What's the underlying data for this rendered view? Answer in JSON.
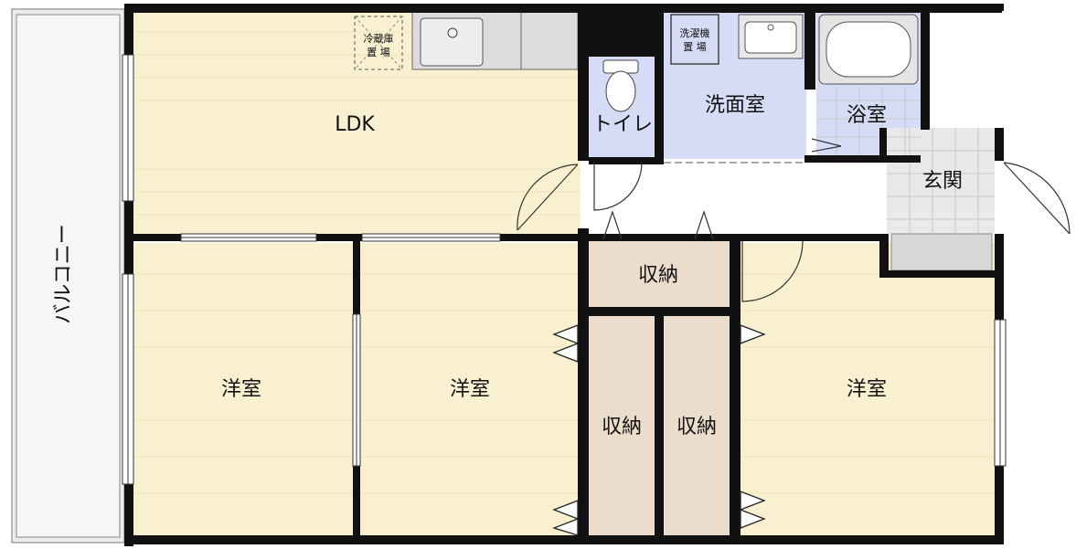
{
  "rooms": {
    "balcony": "バルコニー",
    "ldk": "LDK",
    "toilet": "トイレ",
    "washroom": "洗面室",
    "bath": "浴室",
    "entrance": "玄関",
    "storage_hall": "収納",
    "western_left": "洋室",
    "western_center": "洋室",
    "western_right": "洋室",
    "storage_left": "収納",
    "storage_right": "収納"
  },
  "fixtures": {
    "fridge_line1": "冷蔵庫",
    "fridge_line2": "置 場",
    "washer_line1": "洗濯機",
    "washer_line2": "置 場"
  },
  "colors": {
    "wall": "#111111",
    "floor_wood": "#f9f0d0",
    "wet_area": "#d6dcf6",
    "storage": "#ecdccb",
    "tile": "#e6e6e6",
    "balcony": "#ececec",
    "hall": "#ffffff"
  }
}
